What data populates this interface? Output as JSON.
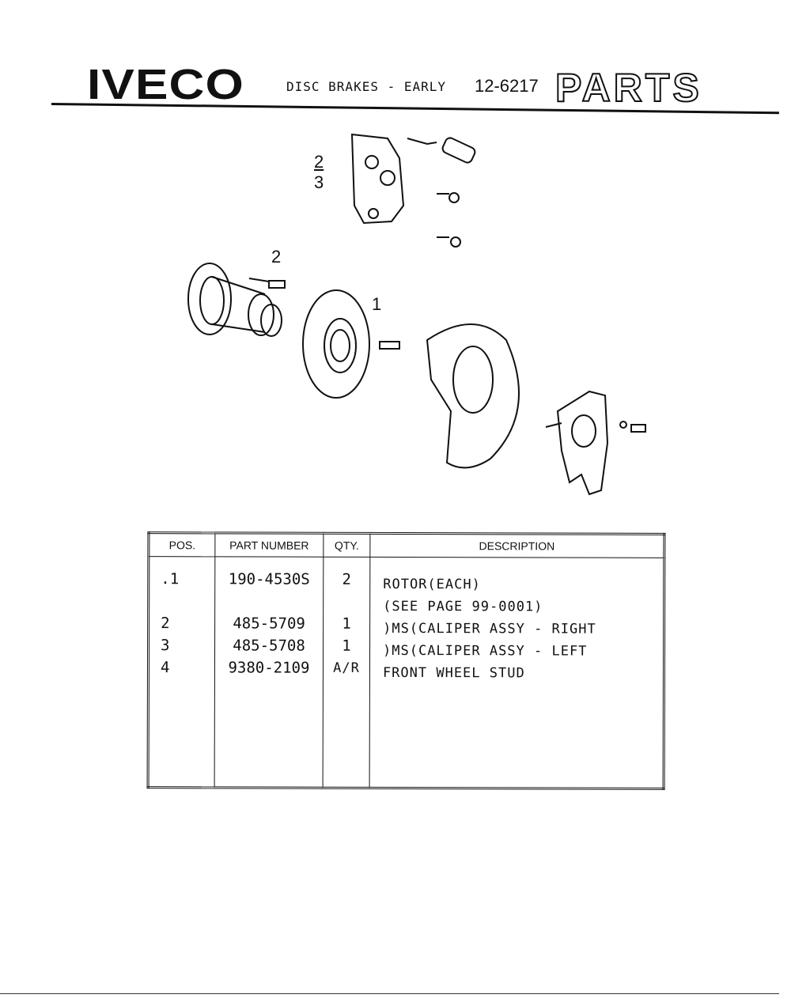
{
  "header": {
    "brand": "IVECO",
    "title": "DISC BRAKES - EARLY",
    "page_number": "12-6217",
    "section": "PARTS"
  },
  "diagram": {
    "callouts": {
      "caliper_top": "2",
      "caliper_bottom": "3",
      "hub": "2",
      "rotor": "1"
    }
  },
  "table": {
    "columns": [
      "POS.",
      "PART NUMBER",
      "QTY.",
      "DESCRIPTION"
    ],
    "rows": [
      {
        "pos": ".1",
        "part": "190-4530S",
        "qty": "2",
        "desc": "ROTOR(EACH)",
        "desc2": "(SEE PAGE 99-0001)"
      },
      {
        "pos": "2",
        "part": "485-5709",
        "qty": "1",
        "desc": ")MS(CALIPER ASSY - RIGHT"
      },
      {
        "pos": "3",
        "part": "485-5708",
        "qty": "1",
        "desc": ")MS(CALIPER ASSY - LEFT"
      },
      {
        "pos": "4",
        "part": "9380-2109",
        "qty": "A/R",
        "desc": "FRONT WHEEL STUD"
      }
    ]
  }
}
